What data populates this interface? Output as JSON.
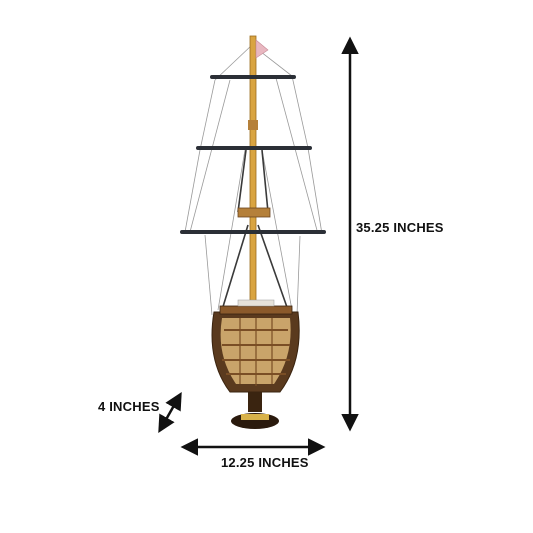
{
  "dimensions": {
    "height": "35.25 INCHES",
    "depth": "4 INCHES",
    "width": "12.25 INCHES"
  },
  "colors": {
    "arrow": "#111111",
    "wood_dark": "#5a3a1e",
    "wood_mid": "#8b5a2b",
    "wood_light": "#c9a46a",
    "mast": "#d9a441",
    "spar": "#2b2f36",
    "flag": "#e8b7c0"
  }
}
